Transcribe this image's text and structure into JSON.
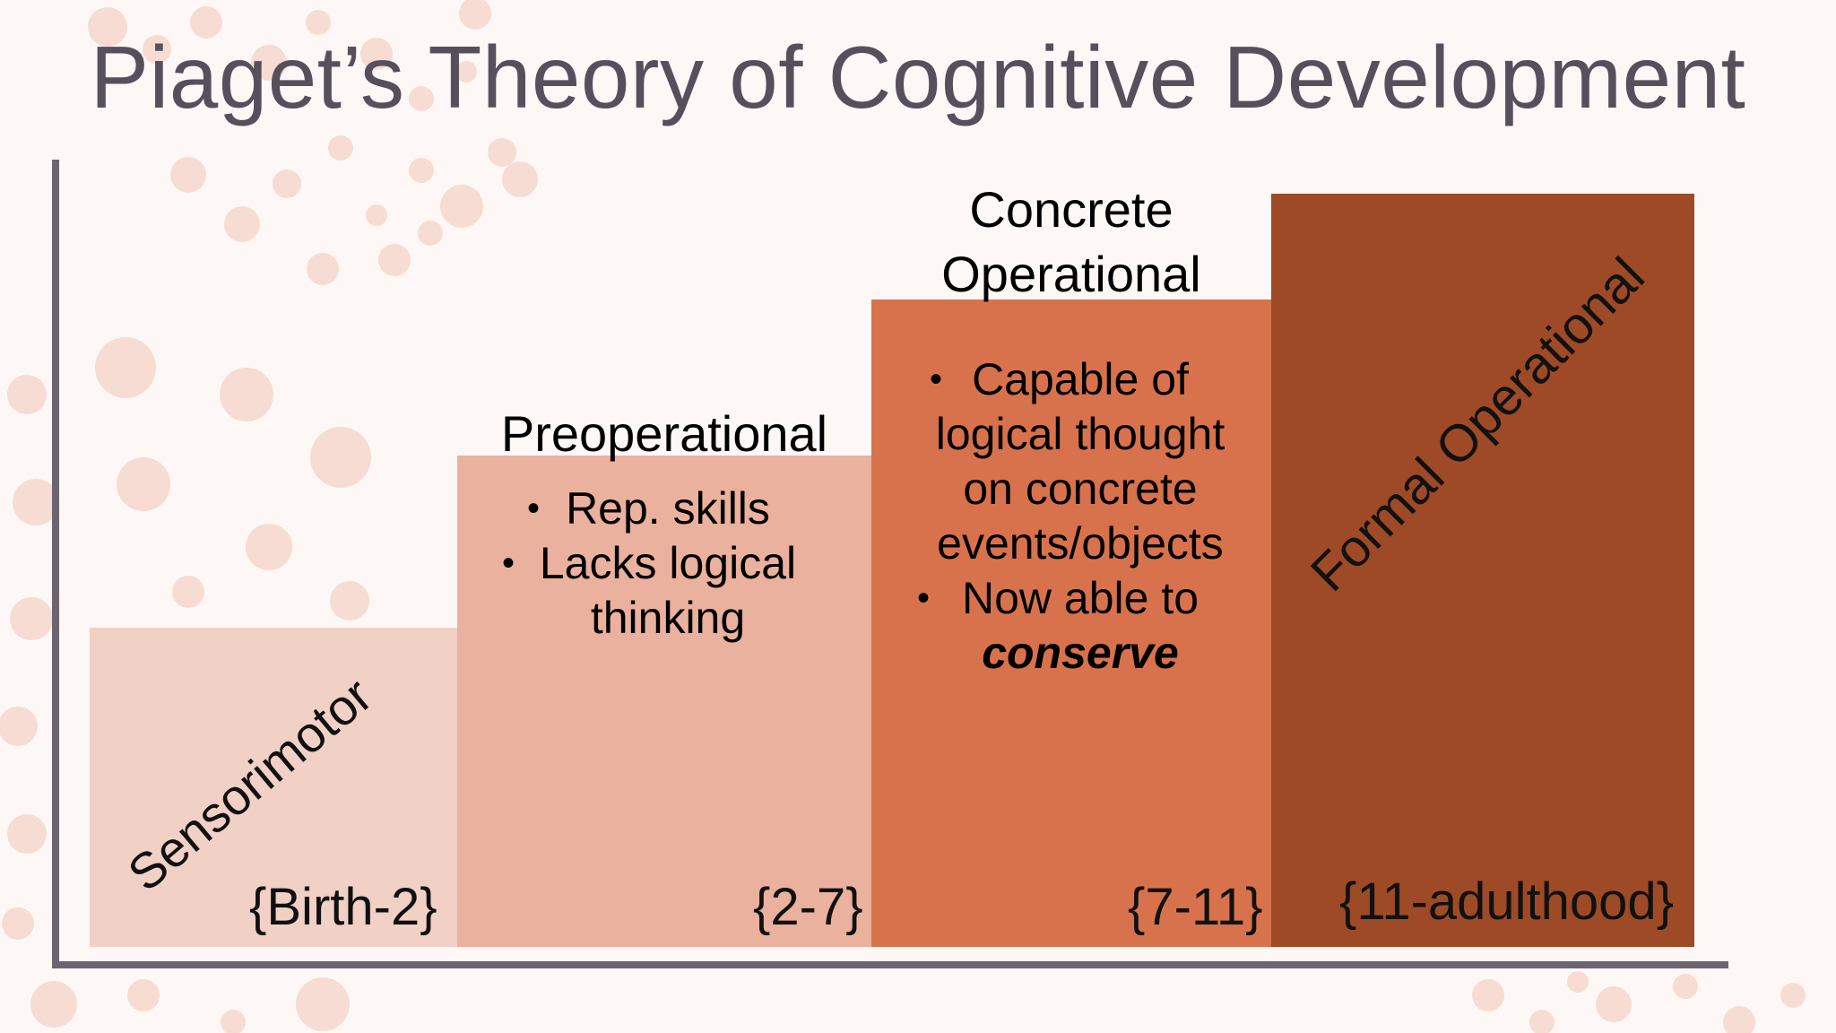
{
  "title": "Piaget’s Theory of Cognitive Development",
  "stages": [
    {
      "name": "Sensorimotor",
      "age": "{Birth-2}"
    },
    {
      "name": "Preoperational",
      "age": "{2-7}",
      "points": [
        "Rep. skills",
        "Lacks logical",
        "thinking"
      ]
    },
    {
      "name_line1": "Concrete",
      "name_line2": "Operational",
      "age": "{7-11}",
      "points": [
        "Capable of",
        "logical thought",
        "on concrete",
        "events/objects",
        "Now able to",
        "conserve"
      ]
    },
    {
      "name": "Formal Operational",
      "age": "{11-adulthood}"
    }
  ],
  "colors": {
    "stage1": "#f1d0c6",
    "stage2": "#eab19e",
    "stage3": "#d8724c",
    "stage4": "#9f4a26",
    "axis": "#6d6470",
    "title": "#57505c",
    "dots": "#f6dcd2"
  }
}
